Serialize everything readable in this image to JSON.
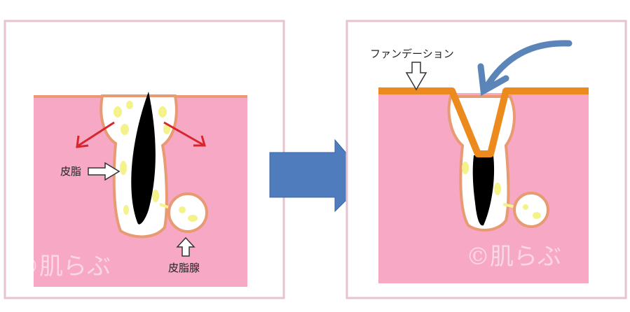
{
  "left_panel": {
    "sebum_label": "皮脂",
    "gland_label": "皮脂腺",
    "watermark": "©肌らぶ"
  },
  "right_panel": {
    "foundation_label": "ファンデーション",
    "watermark": "©肌らぶ"
  },
  "colors": {
    "skin": "#f7a8c5",
    "frame": "#e7c3d2",
    "arrow_blue": "#4f7cbc",
    "foundation": "#ec8a1e",
    "red_arrow": "#d8262c"
  }
}
